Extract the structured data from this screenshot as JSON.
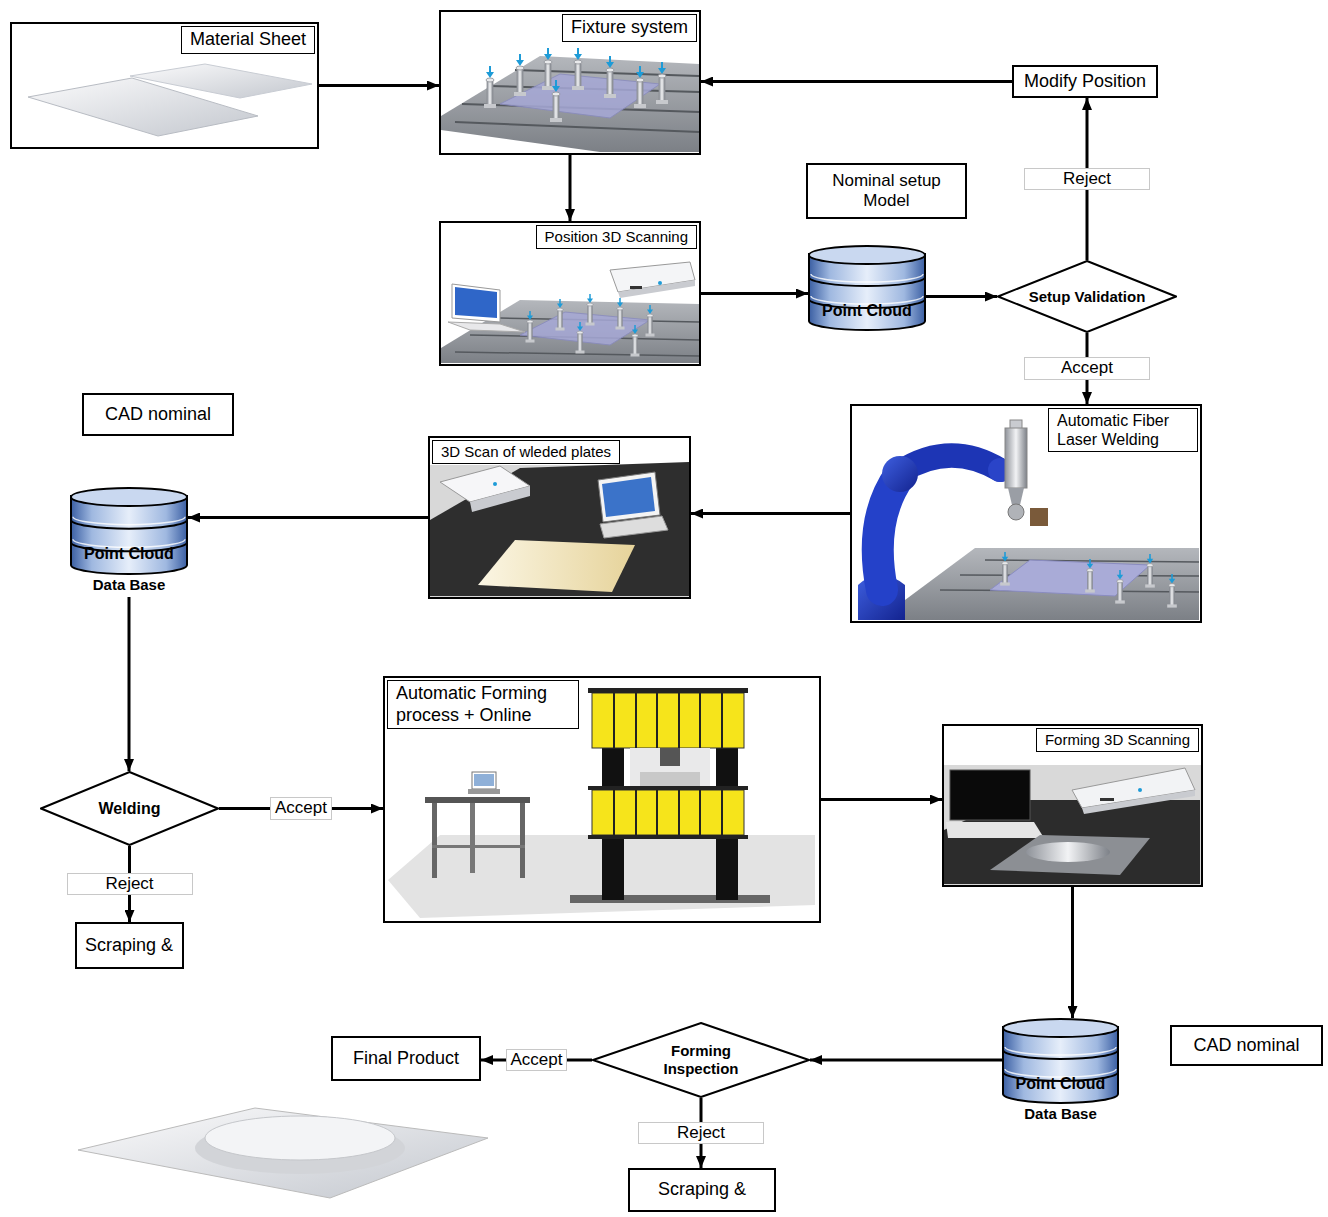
{
  "diagram": {
    "nodes": [
      {
        "text": [
          "Material Sheet"
        ]
      },
      {
        "text": [
          "Fixture system"
        ]
      },
      {
        "text": [
          "Modify Position"
        ]
      },
      {
        "text": [
          "Nominal setup Model"
        ]
      },
      {
        "text": [
          "Position 3D Scanning"
        ]
      },
      {
        "text": [
          "Point Cloud"
        ]
      },
      {
        "text": [
          "Setup Validation"
        ]
      },
      {
        "text": [
          "CAD nominal"
        ]
      },
      {
        "text": [
          "3D Scan of wleded plates"
        ]
      },
      {
        "text": [
          "Automatic Fiber Laser Welding"
        ]
      },
      {
        "text": [
          "Point Cloud",
          "Data Base"
        ]
      },
      {
        "text": [
          "Welding"
        ]
      },
      {
        "text": [
          "Automatic Forming process + Online"
        ]
      },
      {
        "text": [
          "Forming 3D Scanning"
        ]
      },
      {
        "text": [
          "Scraping &"
        ]
      },
      {
        "text": [
          "CAD nominal"
        ]
      },
      {
        "text": [
          "Point Cloud",
          "Data Base"
        ]
      },
      {
        "text": [
          "Final Product"
        ]
      },
      {
        "text": [
          "Forming Inspection"
        ]
      },
      {
        "text": [
          "Scraping &"
        ]
      }
    ],
    "edges": [
      {
        "from": 0,
        "to": 1,
        "arrow": "to"
      },
      {
        "from": 1,
        "to": 4,
        "arrow": "to"
      },
      {
        "from": 4,
        "to": 5,
        "arrow": "to"
      },
      {
        "from": 5,
        "to": 6,
        "arrow": "to"
      },
      {
        "from": 6,
        "to": 2,
        "label": "Reject",
        "arrow": "to"
      },
      {
        "from": 2,
        "to": 1,
        "arrow": "to"
      },
      {
        "from": 6,
        "to": 9,
        "label": "Accept",
        "arrow": "to"
      },
      {
        "from": 9,
        "to": 8,
        "arrow": "to"
      },
      {
        "from": 8,
        "to": 10,
        "arrow": "to"
      },
      {
        "from": 10,
        "to": 11,
        "arrow": "to"
      },
      {
        "from": 11,
        "to": 12,
        "label": "Accept",
        "arrow": "to"
      },
      {
        "from": 11,
        "to": 14,
        "label": "Reject",
        "arrow": "to"
      },
      {
        "from": 12,
        "to": 13,
        "arrow": "to"
      },
      {
        "from": 13,
        "to": 16,
        "arrow": "to"
      },
      {
        "from": 16,
        "to": 18,
        "arrow": "to"
      },
      {
        "from": 18,
        "to": 17,
        "label": "Accept",
        "arrow": "to"
      },
      {
        "from": 18,
        "to": 19,
        "label": "Reject",
        "arrow": "to"
      }
    ]
  }
}
